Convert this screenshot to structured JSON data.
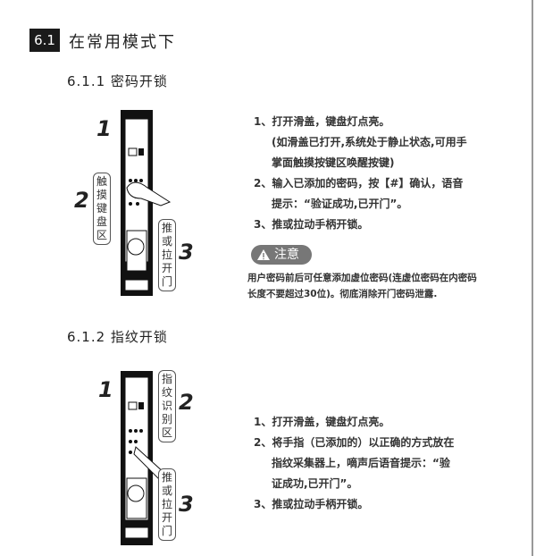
{
  "section": {
    "number": "6.1",
    "title": "在常用模式下"
  },
  "password_unlock": {
    "title": "6.1.1  密码开锁",
    "steps": [
      "1、打开滑盖，键盘灯点亮。",
      "(如滑盖已打开,系统处于静止状态,可用手",
      "掌面触摸按键区唤醒按键)",
      "2、输入已添加的密码，按【#】确认，语音",
      "提示：“验证成功,已开门”。",
      "3、推或拉动手柄开锁。"
    ],
    "note_label": "注意",
    "note_lines": [
      "用户密码前后可任意添加虚位密码(连虚位密码在内密码",
      "长度不要超过30位)。彻底消除开门密码泄露."
    ],
    "figure": {
      "num1": "1",
      "num2": "2",
      "num3": "3",
      "callout_keypad": [
        "触",
        "摸",
        "键",
        "盘",
        "区"
      ],
      "callout_push": [
        "推",
        "或",
        "拉",
        "开",
        "门"
      ]
    }
  },
  "fingerprint_unlock": {
    "title": "6.1.2  指纹开锁",
    "steps": [
      "1、打开滑盖，键盘灯点亮。",
      "2、将手指（已添加的）以正确的方式放在",
      "指纹采集器上，嘀声后语音提示：“验",
      "证成功,已开门”。",
      "3、推或拉动手柄开锁。"
    ],
    "figure": {
      "num1": "1",
      "num2": "2",
      "num3": "3",
      "callout_finger": [
        "指",
        "纹",
        "识",
        "别",
        "区"
      ],
      "callout_push": [
        "推",
        "或",
        "拉",
        "开",
        "门"
      ]
    }
  }
}
